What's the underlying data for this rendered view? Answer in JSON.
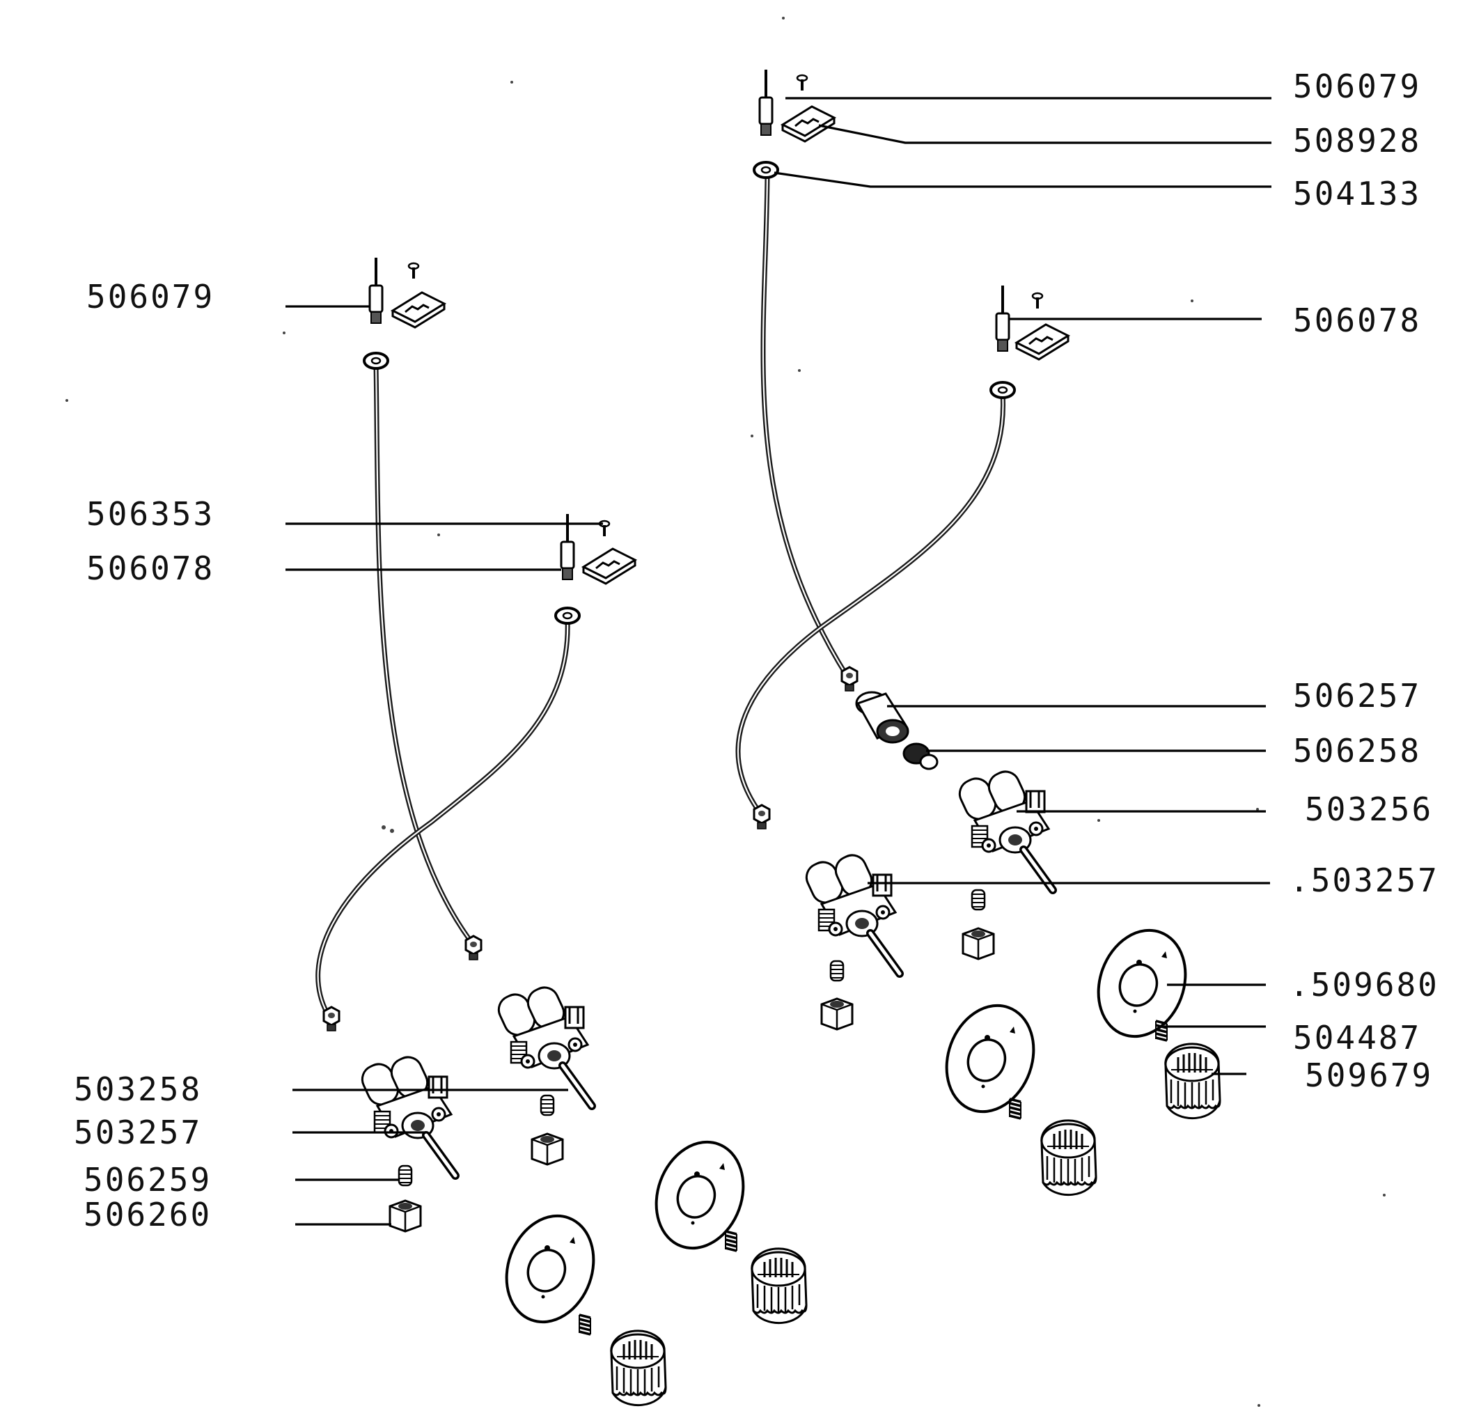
{
  "labels": {
    "r_506079": "506079",
    "r_508928": "508928",
    "r_504133": "504133",
    "r_506078": "506078",
    "r_506257": "506257",
    "r_506258": "506258",
    "r_503256": "503256",
    "r_503257": ".503257",
    "r_509680": ".509680",
    "r_504487": "504487",
    "r_509679": "509679",
    "l_506079": "506079",
    "l_506353": "506353",
    "l_506078": "506078",
    "l_503258": "503258",
    "l_503257": "503257",
    "l_506259": "506259",
    "l_506260": "506260"
  },
  "colors": {
    "ink": "#000000",
    "paper": "#ffffff"
  }
}
